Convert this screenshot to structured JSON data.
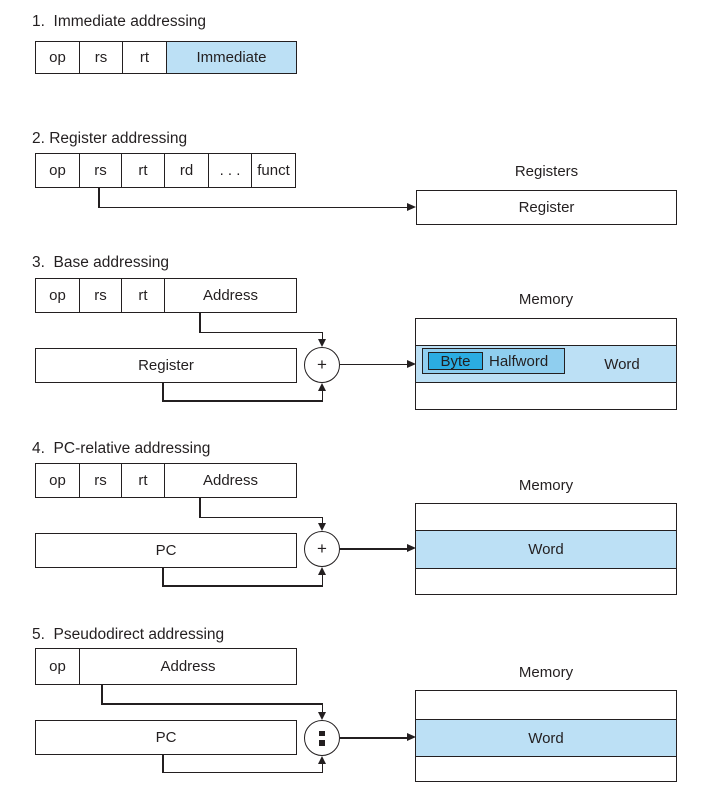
{
  "colors": {
    "highlight_blue": "#BCE0F5",
    "halfword_blue": "#8FCEEF",
    "byte_blue": "#2BACE2",
    "line_ink": "#231F20"
  },
  "sections": [
    {
      "heading": "1.  Immediate addressing",
      "fields": [
        "op",
        "rs",
        "rt",
        "Immediate"
      ]
    },
    {
      "heading": "2. Register addressing",
      "fields": [
        "op",
        "rs",
        "rt",
        "rd",
        ". . .",
        "funct"
      ],
      "registers_title": "Registers",
      "register_label": "Register"
    },
    {
      "heading": "3.  Base addressing",
      "fields": [
        "op",
        "rs",
        "rt",
        "Address"
      ],
      "source_label": "Register",
      "operator": "+",
      "memory_title": "Memory",
      "memory": {
        "byte": "Byte",
        "halfword": "Halfword",
        "word": "Word"
      }
    },
    {
      "heading": "4.  PC-relative addressing",
      "fields": [
        "op",
        "rs",
        "rt",
        "Address"
      ],
      "source_label": "PC",
      "operator": "+",
      "memory_title": "Memory",
      "memory": {
        "word": "Word"
      }
    },
    {
      "heading": "5.  Pseudodirect addressing",
      "fields": [
        "op",
        "Address"
      ],
      "source_label": "PC",
      "operator": ":",
      "memory_title": "Memory",
      "memory": {
        "word": "Word"
      }
    }
  ]
}
